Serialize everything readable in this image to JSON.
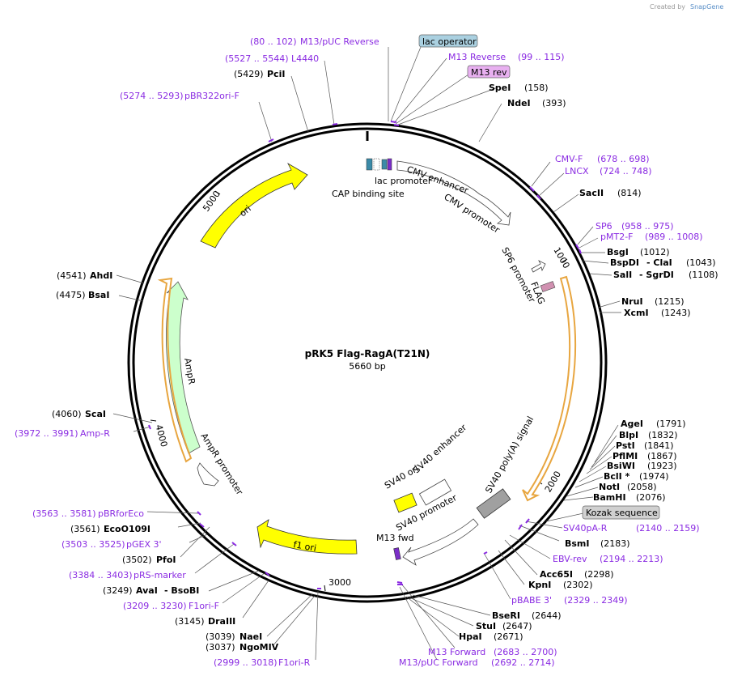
{
  "credit": {
    "prefix": "Created by",
    "brand": "SnapGene"
  },
  "title": "pRK5 Flag-RagA(T21N)",
  "length_label": "5660 bp",
  "ticks": [
    "1000",
    "2000",
    "3000",
    "4000",
    "5000"
  ],
  "features": {
    "cmv_enhancer": "CMV enhancer",
    "cmv_promoter": "CMV promoter",
    "lac_promoter": "lac promoter",
    "cap_site": "CAP binding site",
    "sp6": "SP6 promoter",
    "flag": "FLAG",
    "sv40_polya": "SV40 poly(A) signal",
    "sv40_ori": "SV40 ori",
    "sv40_enhancer": "SV40 enhancer",
    "sv40_promoter": "SV40 promoter",
    "m13fwd": "M13 fwd",
    "f1ori": "f1 ori",
    "ampr": "AmpR",
    "ampr_promoter": "AmpR promoter",
    "ori": "ori"
  },
  "boxed": {
    "lac_operator": "lac operator",
    "m13_rev": "M13 rev",
    "kozak": "Kozak sequence"
  },
  "labels": {
    "m13puc_rev": {
      "pos": "(80 .. 102)",
      "name": "M13/pUC Reverse"
    },
    "l4440": {
      "pos": "(5527 .. 5544)",
      "name": "L4440"
    },
    "pcii": {
      "pos": "(5429)",
      "name": "PciI"
    },
    "pbr322": {
      "pos": "(5274 .. 5293)",
      "name": "pBR322ori-F"
    },
    "m13reverse": {
      "pos": "(99 .. 115)",
      "name": "M13 Reverse"
    },
    "spei": {
      "name": "SpeI",
      "pos": "(158)"
    },
    "ndei": {
      "name": "NdeI",
      "pos": "(393)"
    },
    "cmvf": {
      "name": "CMV-F",
      "pos": "(678 .. 698)"
    },
    "lncx": {
      "name": "LNCX",
      "pos": "(724 .. 748)"
    },
    "sacii": {
      "name": "SacII",
      "pos": "(814)"
    },
    "sp6": {
      "name": "SP6",
      "pos": "(958 .. 975)"
    },
    "pmt2f": {
      "name": "pMT2-F",
      "pos": "(989 .. 1008)"
    },
    "bsgi": {
      "name": "BsgI",
      "pos": "(1012)"
    },
    "bspdi": {
      "name": "BspDI",
      "sep": "- ClaI",
      "pos": "(1043)"
    },
    "sali": {
      "name": "SalI",
      "sep": "- SgrDI",
      "pos": "(1108)"
    },
    "nrui": {
      "name": "NruI",
      "pos": "(1215)"
    },
    "xcmi": {
      "name": "XcmI",
      "pos": "(1243)"
    },
    "agei": {
      "name": "AgeI",
      "pos": "(1791)"
    },
    "blpi": {
      "name": "BlpI",
      "pos": "(1832)"
    },
    "psti": {
      "name": "PstI",
      "pos": "(1841)"
    },
    "pflmi": {
      "name": "PflMI",
      "pos": "(1867)"
    },
    "bsiwi": {
      "name": "BsiWI",
      "pos": "(1923)"
    },
    "bcli": {
      "name": "BclI *",
      "pos": "(1974)"
    },
    "noti": {
      "name": "NotI",
      "pos": "(2058)"
    },
    "bamhi": {
      "name": "BamHI",
      "pos": "(2076)"
    },
    "sv40par": {
      "name": "SV40pA-R",
      "pos": "(2140 .. 2159)"
    },
    "bsmi": {
      "name": "BsmI",
      "pos": "(2183)"
    },
    "ebvrev": {
      "name": "EBV-rev",
      "pos": "(2194 .. 2213)"
    },
    "acc65i": {
      "name": "Acc65I",
      "pos": "(2298)"
    },
    "kpni": {
      "name": "KpnI",
      "pos": "(2302)"
    },
    "pbabe3": {
      "name": "pBABE 3'",
      "pos": "(2329 .. 2349)"
    },
    "bseri": {
      "name": "BseRI",
      "pos": "(2644)"
    },
    "stui": {
      "name": "StuI",
      "pos": "(2647)"
    },
    "hpai": {
      "name": "HpaI",
      "pos": "(2671)"
    },
    "m13forward": {
      "name": "M13 Forward",
      "pos": "(2683 .. 2700)"
    },
    "m13pucfwd": {
      "name": "M13/pUC Forward",
      "pos": "(2692 .. 2714)"
    },
    "f1orir": {
      "pos": "(2999 .. 3018)",
      "name": "F1ori-R"
    },
    "ngomiv": {
      "pos": "(3037)",
      "name": "NgoMIV"
    },
    "naei": {
      "pos": "(3039)",
      "name": "NaeI"
    },
    "draiii": {
      "pos": "(3145)",
      "name": "DraIII"
    },
    "f1orif": {
      "pos": "(3209 .. 3230)",
      "name": "F1ori-F"
    },
    "avai": {
      "pos": "(3249)",
      "name": "AvaI",
      "sep": "- BsoBI"
    },
    "prsmarker": {
      "pos": "(3384 .. 3403)",
      "name": "pRS-marker"
    },
    "pfoi": {
      "pos": "(3502)",
      "name": "PfoI"
    },
    "pgex3": {
      "pos": "(3503 .. 3525)",
      "name": "pGEX 3'"
    },
    "eco0109i": {
      "pos": "(3561)",
      "name": "EcoO109I"
    },
    "pbrforeco": {
      "pos": "(3563 .. 3581)",
      "name": "pBRforEco"
    },
    "amprr": {
      "pos": "(3972 .. 3991)",
      "name": "Amp-R"
    },
    "scai": {
      "pos": "(4060)",
      "name": "ScaI"
    },
    "bsai": {
      "pos": "(4475)",
      "name": "BsaI"
    },
    "ahdi": {
      "pos": "(4541)",
      "name": "AhdI"
    }
  },
  "colors": {
    "ori": "#ffff00",
    "ampr": "#ccffcc",
    "sv40_polya": "#a0a0a0",
    "primer": "#8a2be2",
    "orf_outline": "#e8a640",
    "flag": "#d090b0",
    "lac_operator_box": "#aad0e0",
    "m13_rev_box": "#e8b0f0",
    "kozak_box": "#d0d0d0"
  }
}
